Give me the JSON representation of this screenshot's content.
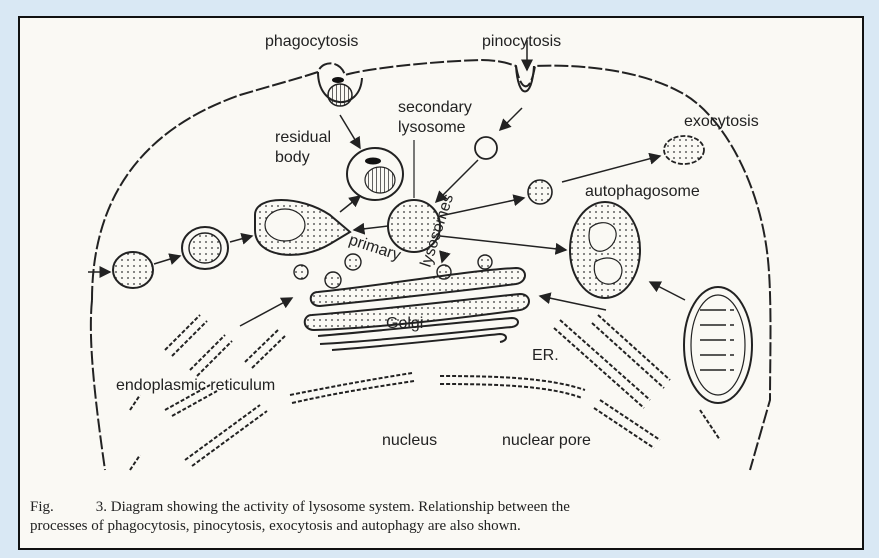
{
  "labels": {
    "phagocytosis": "phagocytosis",
    "pinocytosis": "pinocytosis",
    "secondary_lysosome_line1": "secondary",
    "secondary_lysosome_line2": "lysosome",
    "exocytosis": "exocytosis",
    "residual_body_line1": "residual",
    "residual_body_line2": "body",
    "autophagosome": "autophagosome",
    "primary": "primary",
    "lysosomes": "lysosomes",
    "golgi": "Golgi",
    "er": "ER.",
    "endoplasmic_reticulum": "endoplasmic reticulum",
    "nucleus": "nucleus",
    "nuclear_pore": "nuclear pore"
  },
  "caption": {
    "fig": "Fig.",
    "text_line1": "3. Diagram showing the activity of lysosome system. Relationship between the",
    "text_line2": "processes of phagocytosis, pinocytosis, exocytosis and autophagy are also shown."
  }
}
